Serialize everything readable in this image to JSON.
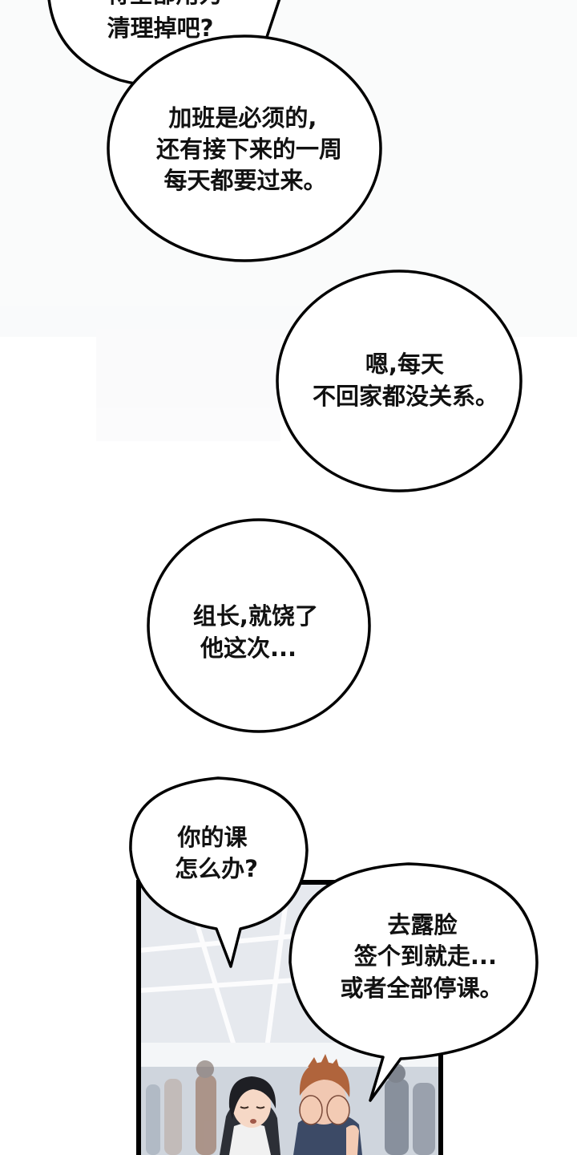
{
  "colors": {
    "page_background": "#ffffff",
    "bubble_fill": "#ffffff",
    "bubble_outline": "#000000",
    "text": "#111111",
    "panel_frame": "#000000",
    "panel_sky": "#e6e9ee",
    "panel_floor": "#cfd5dd"
  },
  "bubbles": [
    {
      "id": "top",
      "lines": [
        "将全部用力",
        "清理掉吧?"
      ],
      "partially_cut_off_top": true
    },
    {
      "id": "overtime",
      "lines": [
        "加班是必须的,",
        "还有接下来的一周",
        "每天都要过来。"
      ]
    },
    {
      "id": "every-day",
      "lines": [
        "嗯,每天",
        "不回家都没关系。"
      ]
    },
    {
      "id": "team-leader",
      "lines": [
        "组长,就饶了",
        "他这次..."
      ]
    },
    {
      "id": "your-class",
      "lines": [
        "你的课",
        "怎么办?"
      ]
    },
    {
      "id": "show-face",
      "lines": [
        "去露脸",
        "签个到就走...",
        "或者全部停课。"
      ]
    }
  ],
  "panel": {
    "scene": "airport-terminal",
    "characters": [
      "woman-with-dark-hair",
      "man-with-hands-on-face"
    ]
  }
}
